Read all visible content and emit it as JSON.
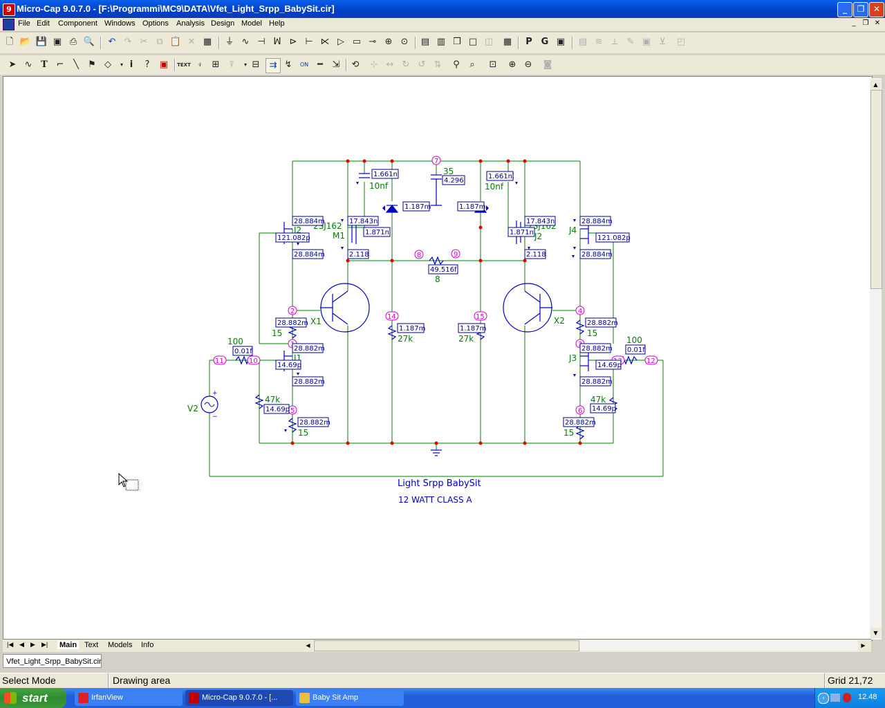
{
  "window": {
    "title": "Micro-Cap 9.0.7.0 - [F:\\Programmi\\MC9\\DATA\\Vfet_Light_Srpp_BabySit.cir]",
    "app_icon": "microcap-icon"
  },
  "menu": [
    "File",
    "Edit",
    "Component",
    "Windows",
    "Options",
    "Analysis",
    "Design",
    "Model",
    "Help"
  ],
  "schematic": {
    "title": "Light Srpp BabySit",
    "subtitle": "12 WATT CLASS A",
    "labels": {
      "j2_left": "J2",
      "model_left": "2SJ162",
      "m1": "M1",
      "x1": "X1",
      "x2": "X2",
      "j4": "J4",
      "j3": "J3",
      "j1": "J1",
      "j2_right": "J2",
      "model_right": "2SJ162",
      "v2": "V2",
      "r100_left": "100",
      "r100_right": "100",
      "r15_a": "15",
      "r15_b": "15",
      "r15_c": "15",
      "r15_d": "15",
      "r47k_left": "47k",
      "r47k_right": "47k",
      "r27k_left": "27k",
      "r27k_right": "27k",
      "c10nf_left": "10nf",
      "c10nf_right": "10nf",
      "c35": "35",
      "r8": "8"
    },
    "values": {
      "c_left": "1.661n",
      "c_right": "1.661n",
      "c35_val": "4.296",
      "diode_left": "1.187m",
      "diode_right": "1.187m",
      "m1_d": "17.843n",
      "m1_g": "1.871n",
      "m1_s": "2.118",
      "m2_d": "17.843n",
      "m2_g": "1.871n",
      "m2_s": "2.118",
      "j2_d": "28.884m",
      "j2_g": "121.082p",
      "j2_s": "28.884m",
      "j4_d": "28.884m",
      "j4_g": "121.082p",
      "j4_s": "28.884m",
      "r8_val": "49.516f",
      "r15_a_val": "28.882m",
      "r15_b_val": "28.882m",
      "j1_d": "28.882m",
      "j1_g": "14.69p",
      "j1_s": "28.882m",
      "j3_d": "28.882m",
      "j3_g": "14.69p",
      "j3_s": "28.882m",
      "r27k_l_val": "1.187m",
      "r27k_r_val": "1.187m",
      "r100_l_val": "0.01f",
      "r100_r_val": "0.01f",
      "r47k_l_val": "14.69p",
      "r47k_r_val": "14.69p",
      "r15_c_val": "28.882m",
      "r15_d_val": "28.882m"
    },
    "nodes": [
      "7",
      "8",
      "9",
      "2",
      "4",
      "14",
      "15",
      "11",
      "10",
      "12",
      "6",
      "5",
      "1",
      "3",
      "13"
    ]
  },
  "tabs": [
    "Main",
    "Text",
    "Models",
    "Info"
  ],
  "doc_tab": "Vfet_Light_Srpp_BabySit.cir",
  "status": {
    "mode": "Select Mode",
    "area": "Drawing area",
    "grid": "Grid 21,72"
  },
  "taskbar": {
    "start": "start",
    "items": [
      "IrfanView",
      "Micro-Cap 9.0.7.0 - [...",
      "Baby Sit Amp"
    ],
    "clock": "12.48"
  }
}
